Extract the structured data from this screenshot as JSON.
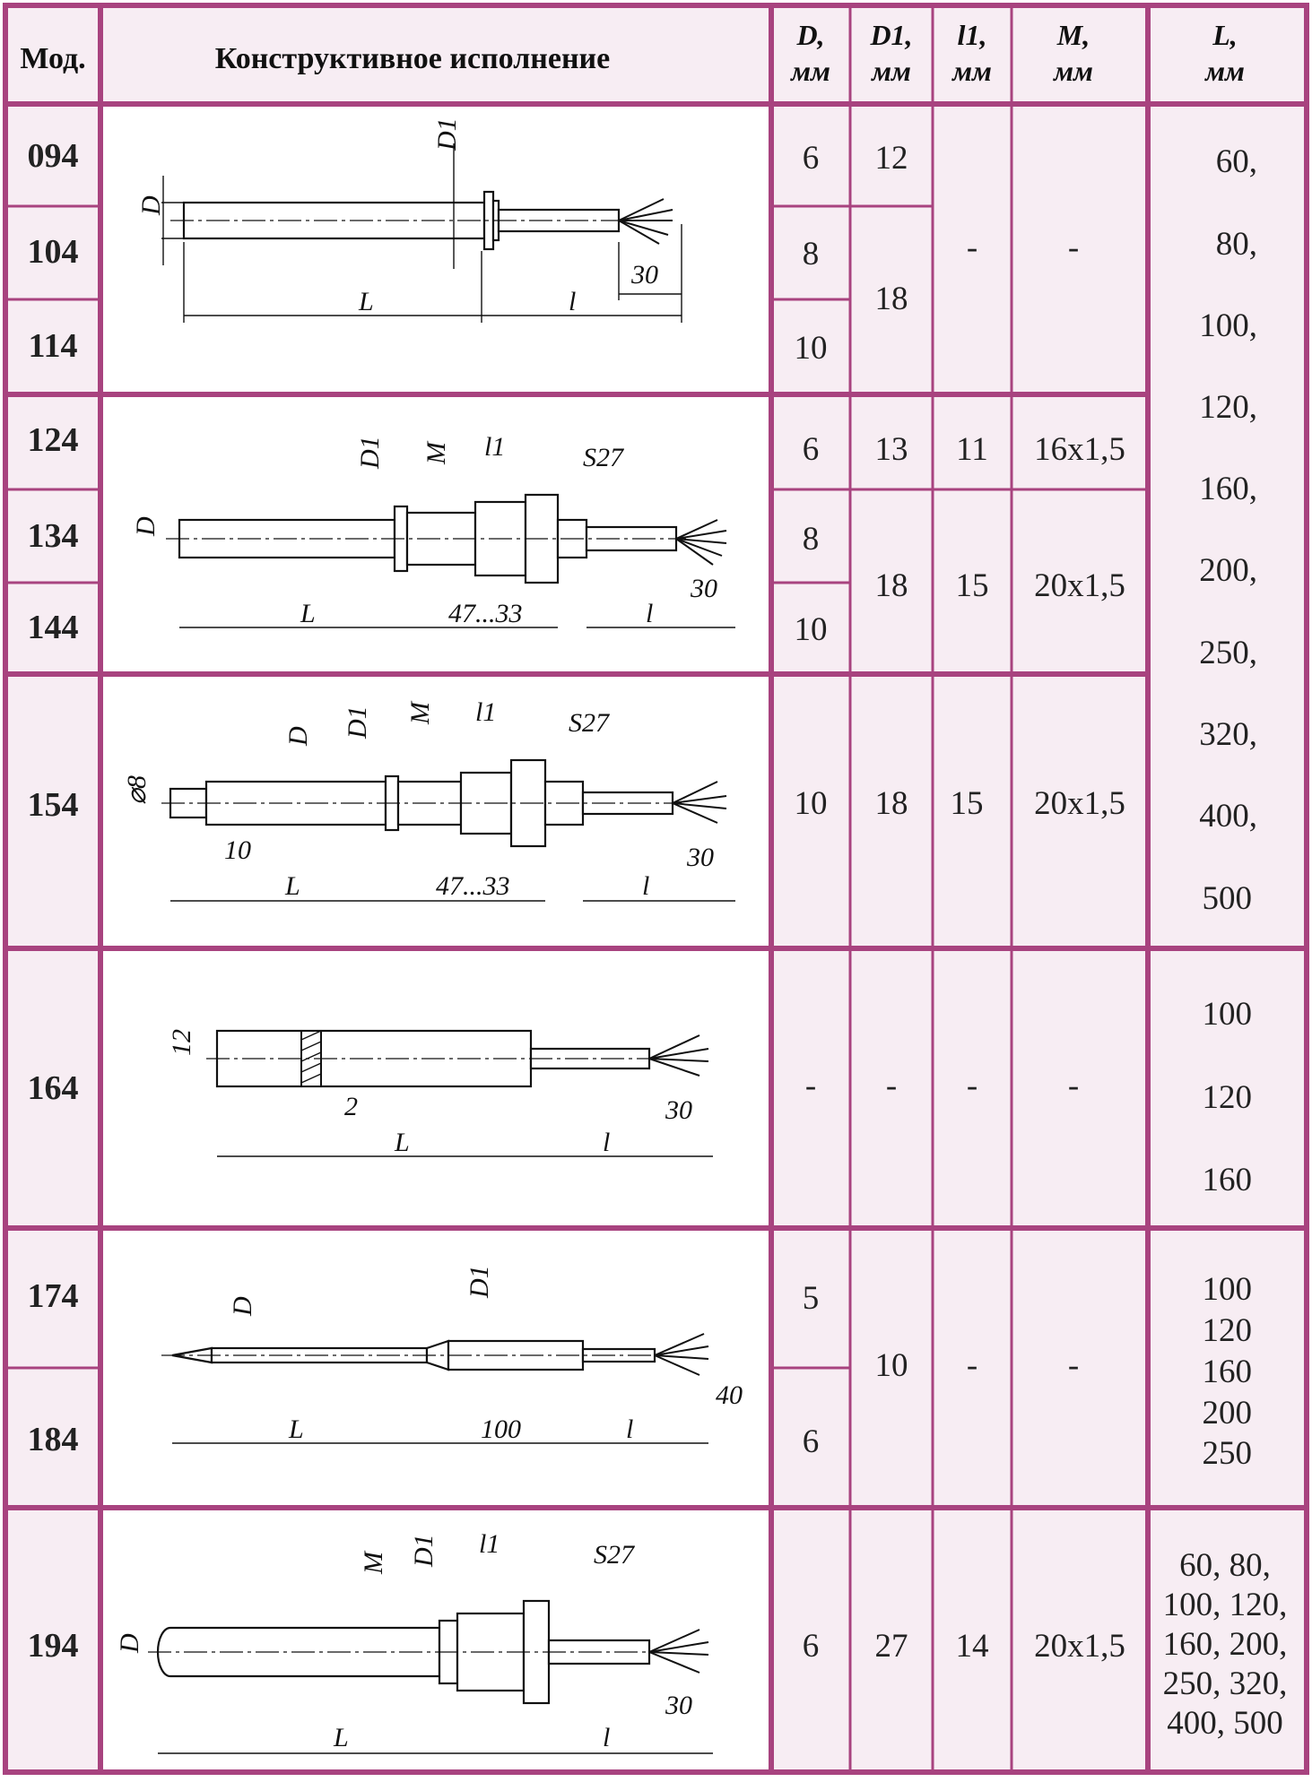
{
  "header": {
    "mod": "Мод.",
    "design": "Конструктивное исполнение",
    "D": [
      "D,",
      "мм"
    ],
    "D1": [
      "D1,",
      "мм"
    ],
    "l1": [
      "l1,",
      "мм"
    ],
    "M": [
      "M,",
      "мм"
    ],
    "L": [
      "L,",
      "мм"
    ]
  },
  "models": [
    "094",
    "104",
    "114",
    "124",
    "134",
    "144",
    "154",
    "164",
    "174",
    "184",
    "194"
  ],
  "values": {
    "D": [
      "6",
      "8",
      "10",
      "6",
      "8",
      "10",
      "10",
      "-",
      "5",
      "6",
      "6"
    ],
    "D1": [
      "12",
      "18",
      "13",
      "18",
      "18",
      "-",
      "10",
      "27"
    ],
    "l1": [
      "-",
      "11",
      "15",
      "15",
      "-",
      "-",
      "14"
    ],
    "M": [
      "-",
      "16x1,5",
      "20x1,5",
      "20x1,5",
      "-",
      "-",
      "20x1,5"
    ],
    "L_group1": [
      "60,",
      "80,",
      "100,",
      "120,",
      "160,",
      "200,",
      "250,",
      "320,",
      "400,",
      "500"
    ],
    "L_164": [
      "100",
      "120",
      "160"
    ],
    "L_174": [
      "100",
      "120",
      "160",
      "200",
      "250"
    ],
    "L_194": [
      "60,   80,",
      "100, 120,",
      "160, 200,",
      "250, 320,",
      "400, 500"
    ]
  },
  "drawing_labels": {
    "D": "D",
    "D1": "D1",
    "L": "L",
    "l": "l",
    "l1": "l1",
    "M": "M",
    "S27": "S27",
    "d30": "30",
    "d40": "40",
    "d12": "12",
    "d2": "2",
    "d10": "10",
    "d100": "100",
    "phi8": "⌀8",
    "range": "47...33"
  },
  "colors": {
    "frame": "#a8437f",
    "cell": "#f7edf3",
    "line": "#111111"
  }
}
